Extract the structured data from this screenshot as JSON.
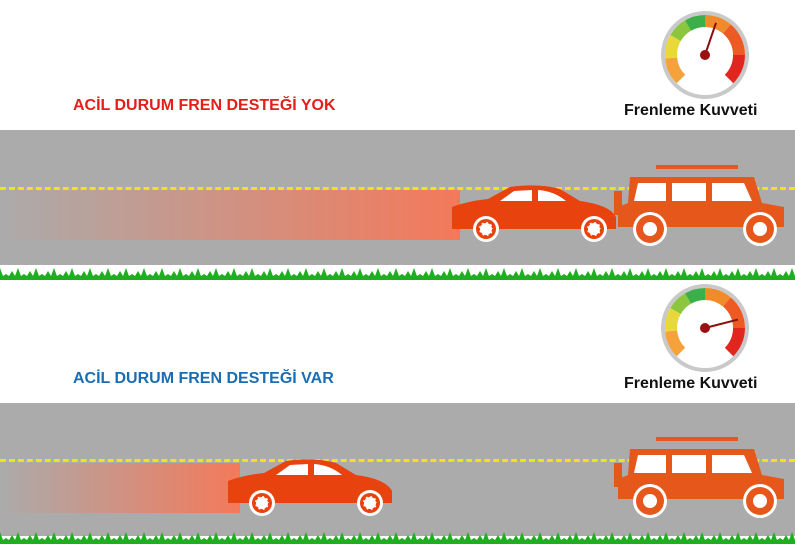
{
  "panels": [
    {
      "title": "ACİL DURUM FREN DESTEĞİ YOK",
      "title_color": "#e31e1b",
      "gauge_label": "Frenleme Kuvveti",
      "braking_force_fraction": 0.57
    },
    {
      "title": "ACİL DURUM FREN DESTEĞİ VAR",
      "title_color": "#1b6db3",
      "gauge_label": "Frenleme Kuvveti",
      "braking_force_fraction": 0.78
    }
  ],
  "colors": {
    "road": "#ababab",
    "lane": "#f2e21e",
    "car": "#e8420f",
    "jeep": "#e6571c",
    "grass": "#1fae1f"
  }
}
